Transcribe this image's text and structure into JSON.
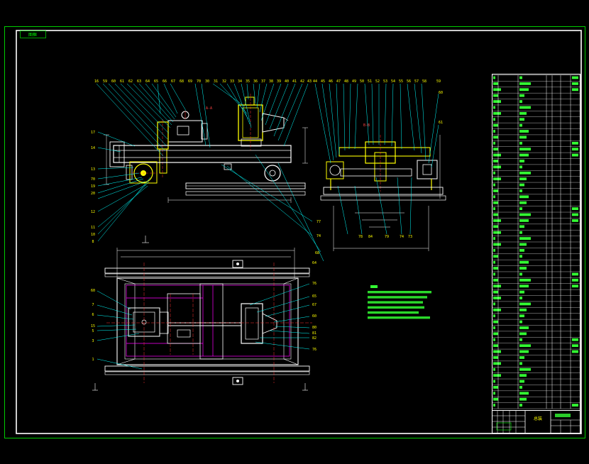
{
  "drawing": {
    "tag_label": "图框",
    "colors": {
      "background": "#000000",
      "frame": "#ffffff",
      "border": "#00cc00",
      "part": "#ffff00",
      "leader": "#00ffff",
      "dimension": "#ffffff",
      "hidden": "#ff00ff",
      "note": "#33ff33",
      "centerline": "#ff3333"
    },
    "views": {
      "front_view_label": "A-A",
      "side_view_label": "B-B"
    },
    "balloons": {
      "front_top": [
        "16",
        "59",
        "60",
        "61",
        "62",
        "63",
        "64",
        "65",
        "66",
        "67",
        "68",
        "69",
        "70",
        "30",
        "31"
      ],
      "front_left": [
        "17",
        "14",
        "13",
        "70",
        "19",
        "20",
        "12",
        "11",
        "10",
        "8"
      ],
      "center_top": [
        "32",
        "33",
        "34",
        "35",
        "36",
        "37",
        "38",
        "39",
        "40",
        "41",
        "42",
        "43"
      ],
      "side_top": [
        "44",
        "45",
        "46",
        "47",
        "48",
        "49",
        "50",
        "51",
        "52",
        "53",
        "54",
        "55",
        "56",
        "57",
        "58",
        "59"
      ],
      "side_right": [
        "60",
        "61"
      ],
      "side_bottom": [
        "78",
        "84",
        "79",
        "74",
        "73"
      ],
      "mid_callouts": [
        "77",
        "74",
        "68",
        "64"
      ],
      "plan_left": [
        "60",
        "7",
        "6",
        "15",
        "5",
        "3",
        "1"
      ],
      "plan_right": [
        "76",
        "65",
        "67",
        "60",
        "80",
        "81",
        "82",
        "76"
      ]
    },
    "technical_note_lines": 6,
    "parts_list_rows": 56,
    "title_block_name": "总装"
  }
}
